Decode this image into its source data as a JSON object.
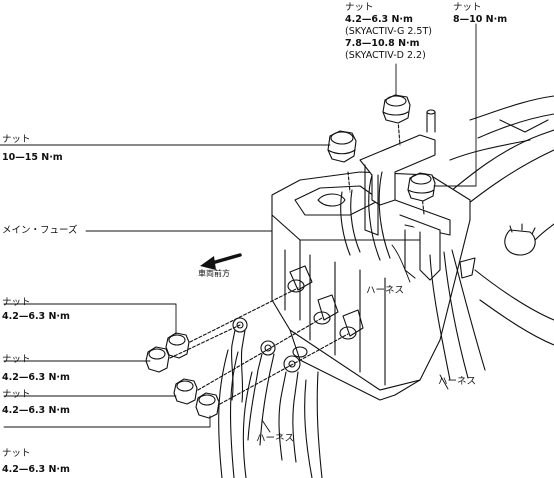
{
  "callouts": {
    "nut_top_right": {
      "label": "ナット",
      "torque": "8—10 N·m"
    },
    "nut_top_center": {
      "label": "ナット",
      "torque_1": "4.2—6.3 N·m",
      "note_1": "(SKYACTIV-G 2.5T)",
      "torque_2": "7.8—10.8 N·m",
      "note_2": "(SKYACTIV-D 2.2)"
    },
    "nut_left_upper": {
      "label": "ナット",
      "torque": "10—15 N·m"
    },
    "main_fuse": {
      "label": "メイン・フューズ"
    },
    "vehicle_front": {
      "label": "車両前方"
    },
    "harness_right": {
      "label": "ハーネス"
    },
    "harness_lower_right": {
      "label": "ハーネス"
    },
    "harness_bottom": {
      "label": "ハーネス"
    },
    "nut_lower_1": {
      "label": "ナット",
      "torque": "4.2—6.3 N·m"
    },
    "nut_lower_2": {
      "label": "ナット",
      "torque": "4.2—6.3 N·m"
    },
    "nut_lower_3": {
      "label": "ナット",
      "torque": "4.2—6.3 N·m"
    },
    "nut_lower_4": {
      "label": "ナット",
      "torque": "4.2—6.3 N·m"
    }
  }
}
